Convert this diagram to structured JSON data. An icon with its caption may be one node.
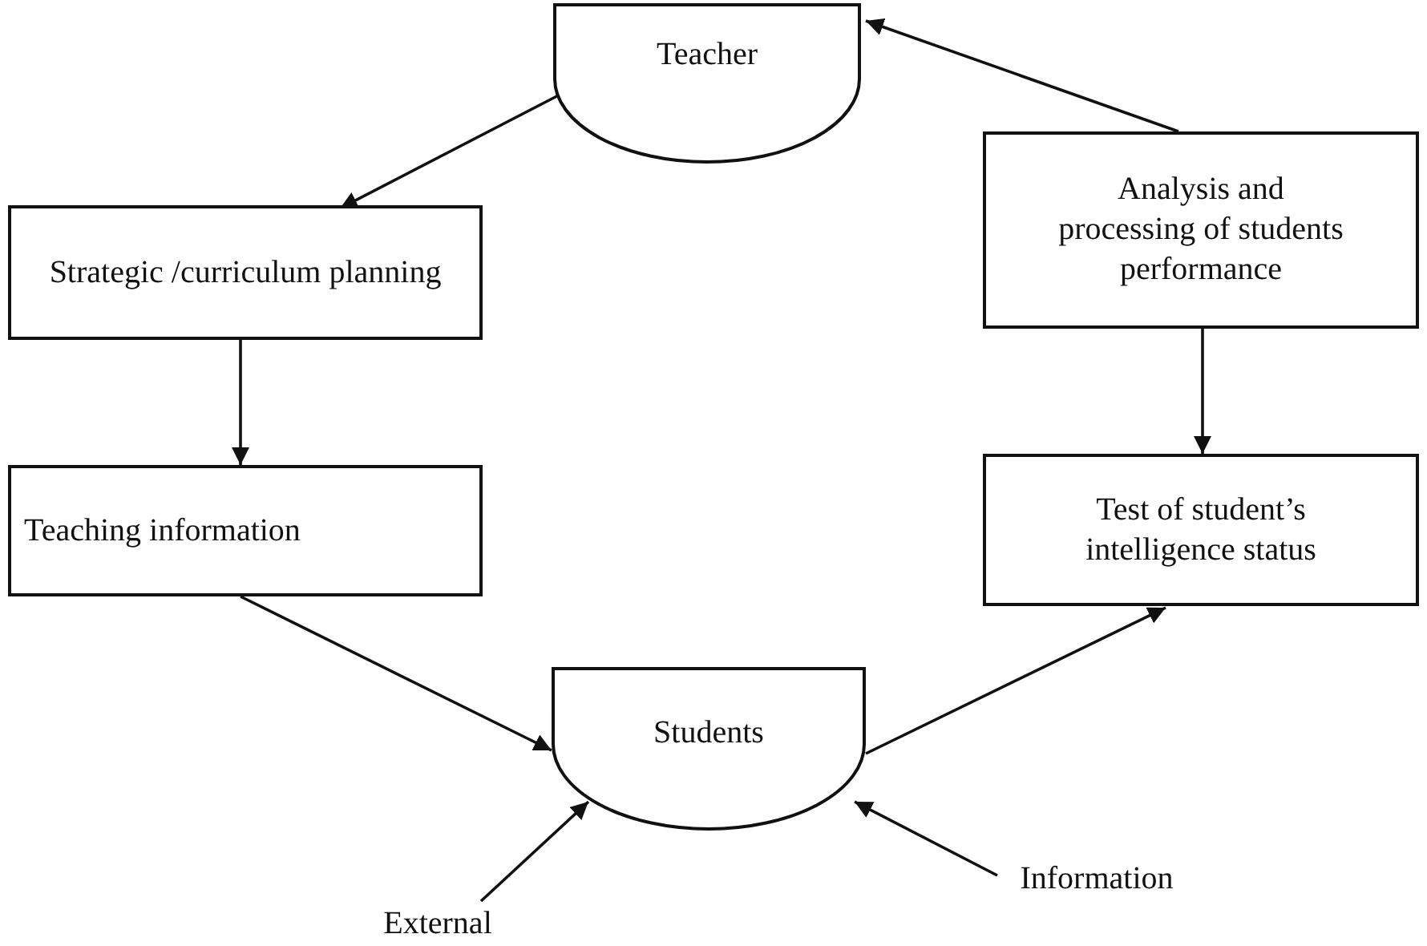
{
  "diagram": {
    "nodes": [
      {
        "text": [
          "Teacher"
        ]
      },
      {
        "text": [
          "Strategic /curriculum planning"
        ]
      },
      {
        "text": [
          "Analysis and processing of students performance"
        ]
      },
      {
        "text": [
          "Teaching information"
        ]
      },
      {
        "text": [
          "Test of student’s intelligence status"
        ]
      },
      {
        "text": [
          "Students"
        ]
      },
      {
        "text": [
          "External"
        ]
      },
      {
        "text": [
          "Information"
        ]
      }
    ],
    "edges": [
      {
        "from": 0,
        "to": 1,
        "arrow": "to"
      },
      {
        "from": 2,
        "to": 0,
        "arrow": "to"
      },
      {
        "from": 1,
        "to": 3,
        "arrow": "to"
      },
      {
        "from": 2,
        "to": 4,
        "arrow": "to"
      },
      {
        "from": 3,
        "to": 5,
        "arrow": "to"
      },
      {
        "from": 5,
        "to": 4,
        "arrow": "to"
      },
      {
        "from": 6,
        "to": 5,
        "arrow": "to"
      },
      {
        "from": 7,
        "to": 5,
        "arrow": "to"
      }
    ]
  }
}
